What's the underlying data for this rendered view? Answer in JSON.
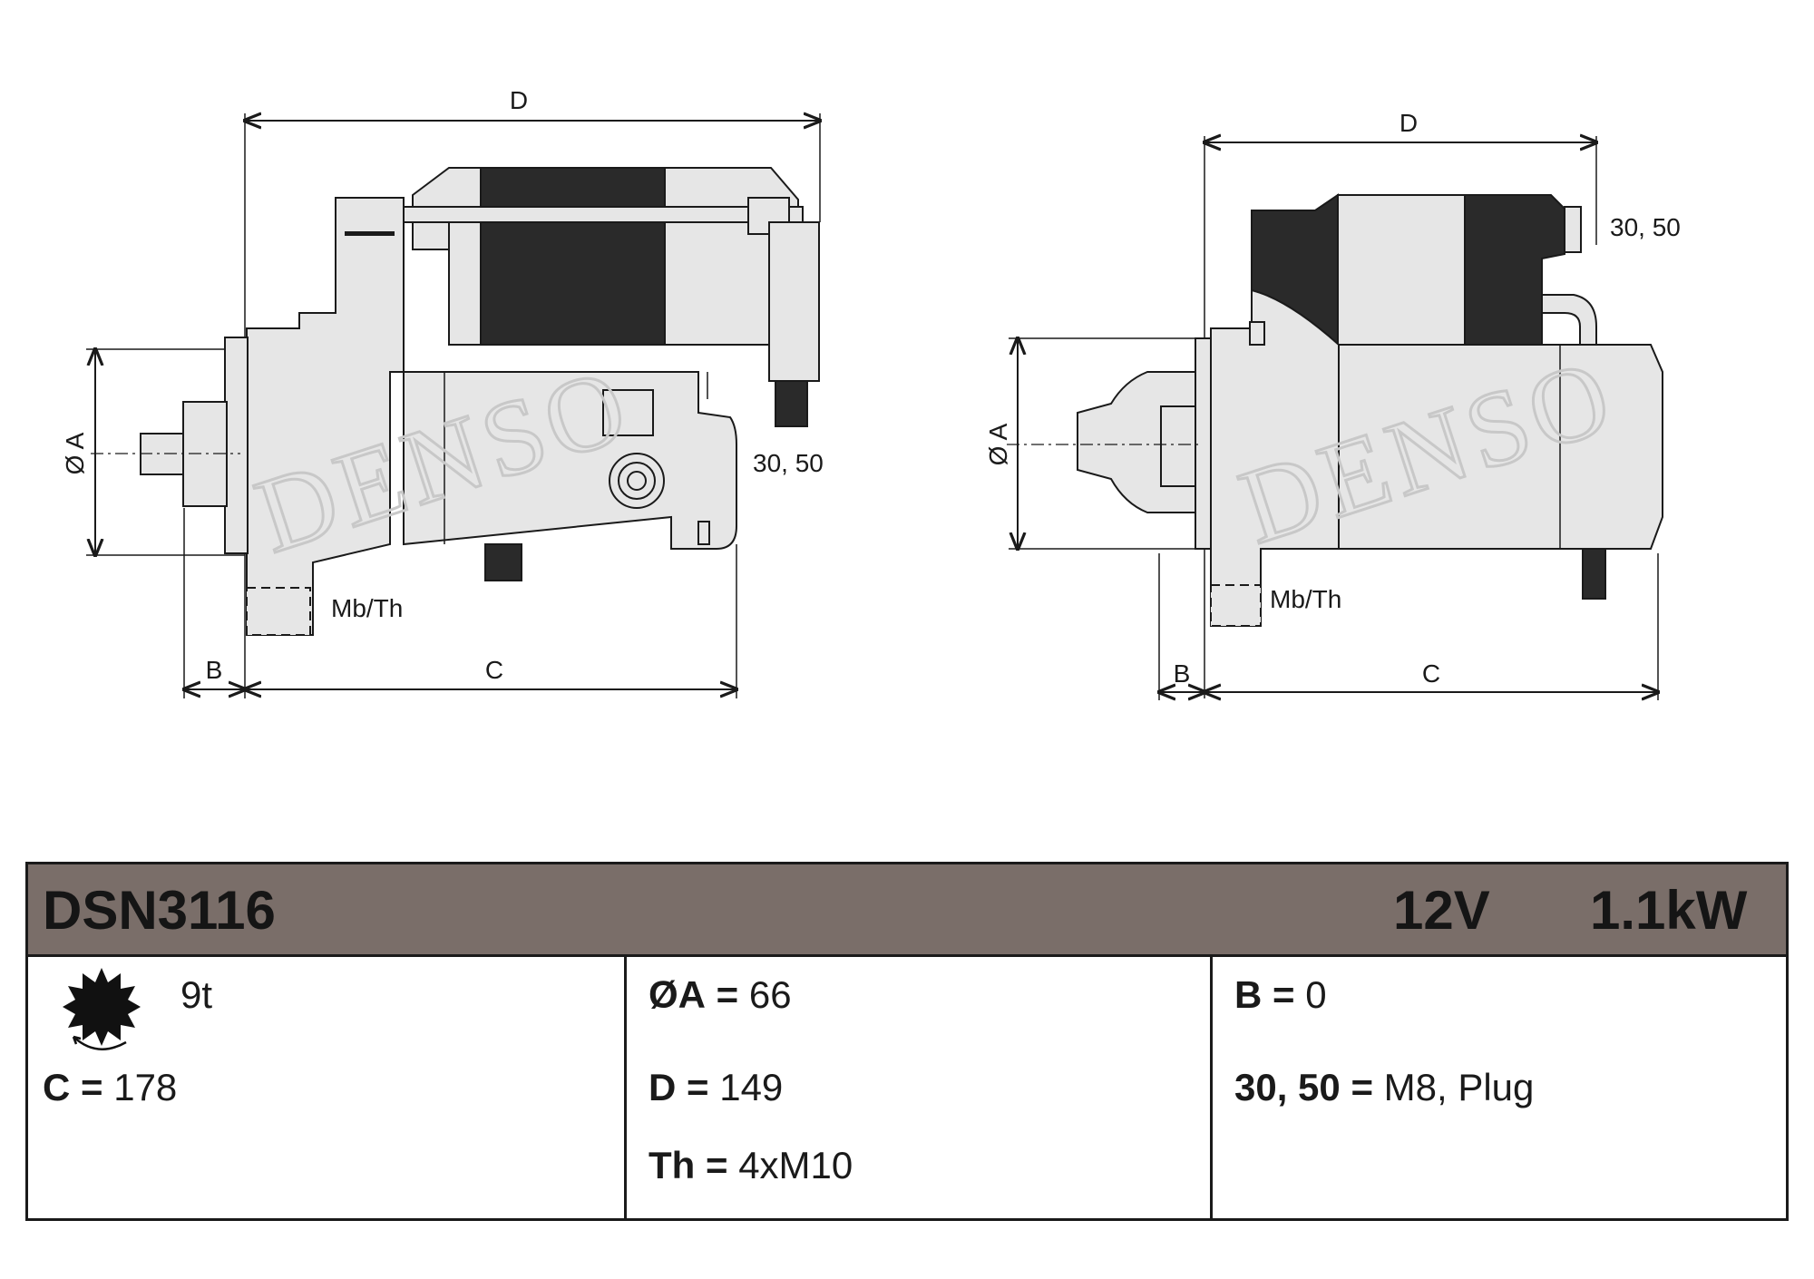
{
  "drawing": {
    "left_view": {
      "dim_d": "D",
      "dim_a": "Ø A",
      "dim_b": "B",
      "dim_c": "C",
      "terminal": "30, 50",
      "mount": "Mb/Th",
      "watermark": "DENSO"
    },
    "right_view": {
      "dim_d": "D",
      "dim_a": "Ø A",
      "dim_b": "B",
      "dim_c": "C",
      "terminal": "30, 50",
      "mount": "Mb/Th",
      "watermark": "DENSO"
    }
  },
  "spec": {
    "part_number": "DSN3116",
    "voltage": "12V",
    "power": "1.1kW",
    "teeth": "9t",
    "c_label": "C",
    "c_value": "178",
    "a_label": "ØA",
    "a_value": "66",
    "d_label": "D",
    "d_value": "149",
    "th_label": "Th",
    "th_value": "4xM10",
    "b_label": "B",
    "b_value": "0",
    "terminal_label": "30, 50",
    "terminal_value": "M8, Plug",
    "equals": "="
  },
  "colors": {
    "header_bg": "#7a6e69",
    "body_grey": "#e6e6e6",
    "dark_part": "#2a2a2a",
    "line": "#1a1a1a"
  }
}
